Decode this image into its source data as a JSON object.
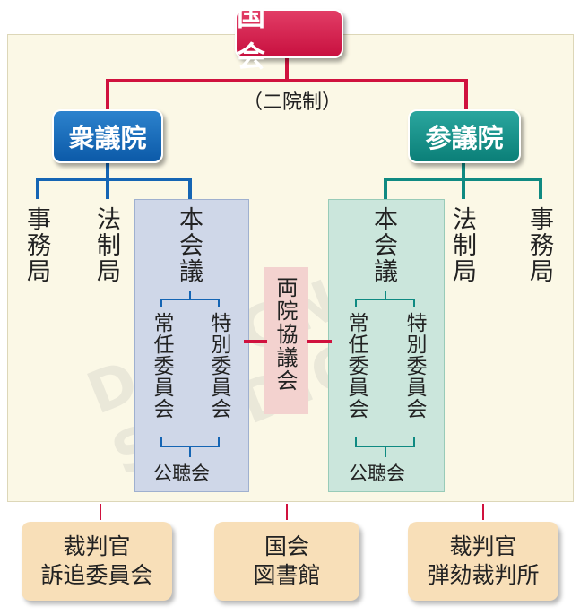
{
  "top": {
    "label": "国 会",
    "note": "（二院制）"
  },
  "shugiin": {
    "label": "衆議院",
    "jimukyoku": "事務局",
    "hoseikyoku": "法制局",
    "honkaigi": "本会議",
    "joninn": "常任委員会",
    "tokubetsu": "特別委員会",
    "koucho": "公聴会"
  },
  "sangiin": {
    "label": "参議院",
    "jimukyoku": "事務局",
    "hoseikyoku": "法制局",
    "honkaigi": "本会議",
    "joninn": "常任委員会",
    "tokubetsu": "特別委員会",
    "koucho": "公聴会"
  },
  "ryoin": "両院協議会",
  "bottom": [
    {
      "line1": "裁判官",
      "line2": "訴追委員会"
    },
    {
      "line1": "国会",
      "line2": "図書館"
    },
    {
      "line1": "裁判官",
      "line2": "弾劾裁判所"
    }
  ],
  "watermark": "DESIGN STUDIO",
  "colors": {
    "red": "#d0123e",
    "blue": "#1565b4",
    "teal": "#0f8a82",
    "panel": "#fbf8e6",
    "bottom_box": "#f8dfb8"
  }
}
